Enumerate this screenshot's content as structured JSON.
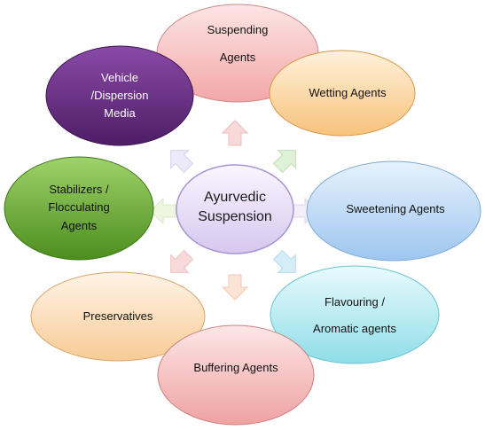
{
  "center": {
    "lines": [
      "Ayurvedic",
      "Suspension"
    ],
    "color": "#e6dcf5"
  },
  "nodes": [
    {
      "key": "suspending",
      "lines": [
        "Suspending",
        "Agents"
      ],
      "color": "#f6b8b8"
    },
    {
      "key": "wetting",
      "lines": [
        "Wetting Agents"
      ],
      "color": "#fbd5a0"
    },
    {
      "key": "sweetening",
      "lines": [
        "Sweetening Agents"
      ],
      "color": "#b6d6f3"
    },
    {
      "key": "flavouring",
      "lines": [
        "Flavouring /",
        "Aromatic agents"
      ],
      "color": "#b7ecf2"
    },
    {
      "key": "buffering",
      "lines": [
        "Buffering Agents"
      ],
      "color": "#f4b7b7"
    },
    {
      "key": "preservatives",
      "lines": [
        "Preservatives"
      ],
      "color": "#fbddb8"
    },
    {
      "key": "stabilizers",
      "lines": [
        "Stabilizers /",
        "Flocculating",
        "Agents"
      ],
      "color": "#63a92c"
    },
    {
      "key": "vehicle",
      "lines": [
        "Vehicle",
        "/Dispersion",
        "Media"
      ],
      "color": "#6d2f87"
    }
  ]
}
